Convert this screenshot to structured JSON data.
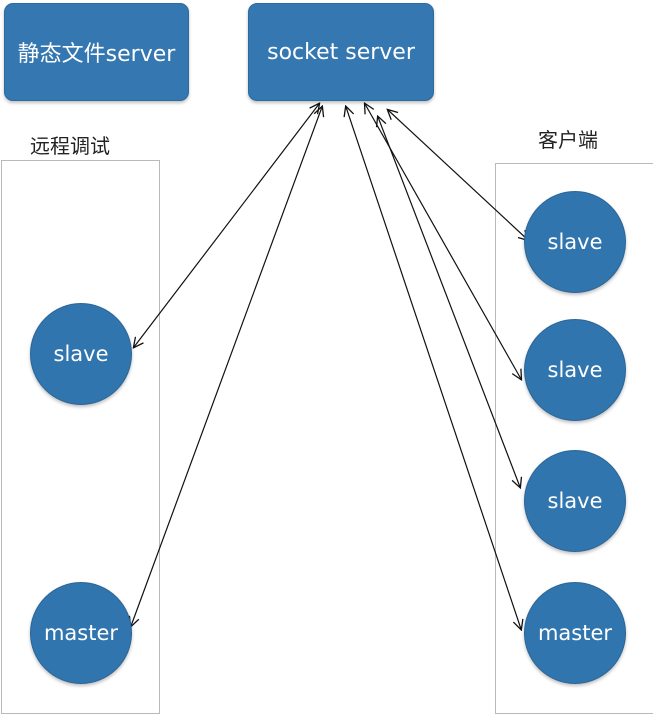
{
  "servers": {
    "static_file_server": "静态文件server",
    "socket_server": "socket server"
  },
  "groups": {
    "remote_debug": {
      "label": "远程调试",
      "nodes": [
        "slave",
        "master"
      ]
    },
    "client": {
      "label": "客户端",
      "nodes": [
        "slave",
        "slave",
        "slave",
        "master"
      ]
    }
  },
  "connections": [
    {
      "from": "socket server",
      "to": "远程调试 slave",
      "bidirectional": true
    },
    {
      "from": "socket server",
      "to": "远程调试 master",
      "bidirectional": true
    },
    {
      "from": "socket server",
      "to": "客户端 slave 1",
      "bidirectional": true
    },
    {
      "from": "socket server",
      "to": "客户端 slave 2",
      "bidirectional": true
    },
    {
      "from": "socket server",
      "to": "客户端 slave 3",
      "bidirectional": true
    },
    {
      "from": "socket server",
      "to": "客户端 master",
      "bidirectional": true
    }
  ],
  "colors": {
    "node_fill": "#3175ae",
    "box_fill": "#3477b1",
    "group_border": "#b9b9b9",
    "arrow": "#111111"
  }
}
